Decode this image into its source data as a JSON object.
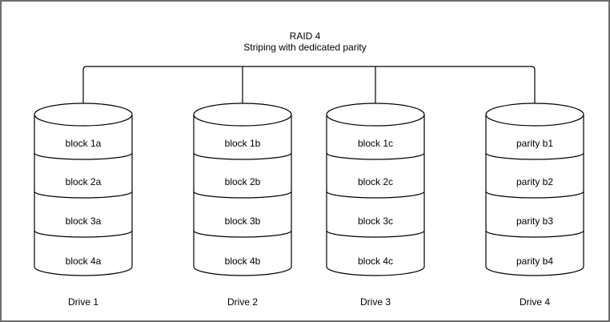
{
  "diagram": {
    "title": "RAID 4",
    "subtitle": "Striping with dedicated parity"
  },
  "drives": [
    {
      "label": "Drive 1",
      "blocks": [
        "block 1a",
        "block 2a",
        "block 3a",
        "block 4a"
      ]
    },
    {
      "label": "Drive 2",
      "blocks": [
        "block 1b",
        "block 2b",
        "block 3b",
        "block 4b"
      ]
    },
    {
      "label": "Drive 3",
      "blocks": [
        "block 1c",
        "block 2c",
        "block 3c",
        "block 4c"
      ]
    },
    {
      "label": "Drive 4",
      "blocks": [
        "parity b1",
        "parity b2",
        "parity b3",
        "parity b4"
      ]
    }
  ],
  "colors": {
    "line": "#000000",
    "background": "#ffffff",
    "border": "#6e6e6e"
  }
}
